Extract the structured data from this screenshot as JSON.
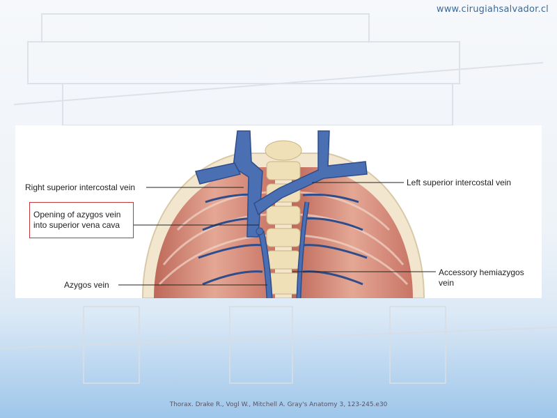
{
  "website": "www.cirugiahsalvador.cl",
  "labels": {
    "right_superior_intercostal": "Right superior intercostal vein",
    "opening_line1": "Opening of azygos vein",
    "opening_line2": "into superior vena cava",
    "left_superior_intercostal": "Left superior intercostal vein",
    "accessory_line1": "Accessory hemiazygos",
    "accessory_line2": "vein",
    "azygos": "Azygos vein"
  },
  "citation": "Thorax. Drake R., Vogl W., Mitchell A. Gray's Anatomy 3, 123-245.e30",
  "colors": {
    "vein": "#4a6fb3",
    "vein_dark": "#2e4d8a",
    "muscle": "#d98a78",
    "bone": "#efe2bd",
    "highlight_box": "#c0353a"
  }
}
